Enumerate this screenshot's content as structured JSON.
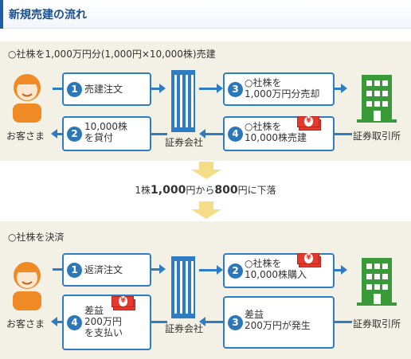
{
  "header": {
    "title": "新規売建の流れ"
  },
  "section1": {
    "heading": "○社株を1,000万円分(1,000円×10,000株)売建",
    "steps": [
      {
        "num": "1",
        "text": "売建注文"
      },
      {
        "num": "2",
        "text": "10,000株\nを貸付"
      },
      {
        "num": "3",
        "text": "○社株を\n1,000万円分売却"
      },
      {
        "num": "4",
        "text": "○社株を\n10,000株売建"
      }
    ],
    "customer_label": "お客さま",
    "securities_label": "証券会社",
    "exchange_label": "証券取引所"
  },
  "middle": {
    "prefix": "1株",
    "from": "1,000",
    "mid": "円から",
    "to": "800",
    "suffix": "円に下落"
  },
  "section2": {
    "heading": "○社株を決済",
    "steps": [
      {
        "num": "1",
        "text": "返済注文"
      },
      {
        "num": "2",
        "text": "○社株を\n10,000株購入"
      },
      {
        "num": "3",
        "text": "差益\n200万円が発生"
      },
      {
        "num": "4",
        "text": "差益\n200万円\nを支払い"
      }
    ],
    "customer_label": "お客さま",
    "securities_label": "証券会社",
    "exchange_label": "証券取引所"
  },
  "icons": {
    "yen": "¥",
    "customer": "customer-icon",
    "securities": "securities-building-icon",
    "exchange": "exchange-building-icon",
    "money": "money-icon"
  },
  "colors": {
    "accent": "#2e7dc2",
    "section_bg": "#f3f0e5",
    "arrow_yellow": "#f5dc86",
    "customer_orange": "#f08a24",
    "exchange_green": "#3a9a3a"
  }
}
